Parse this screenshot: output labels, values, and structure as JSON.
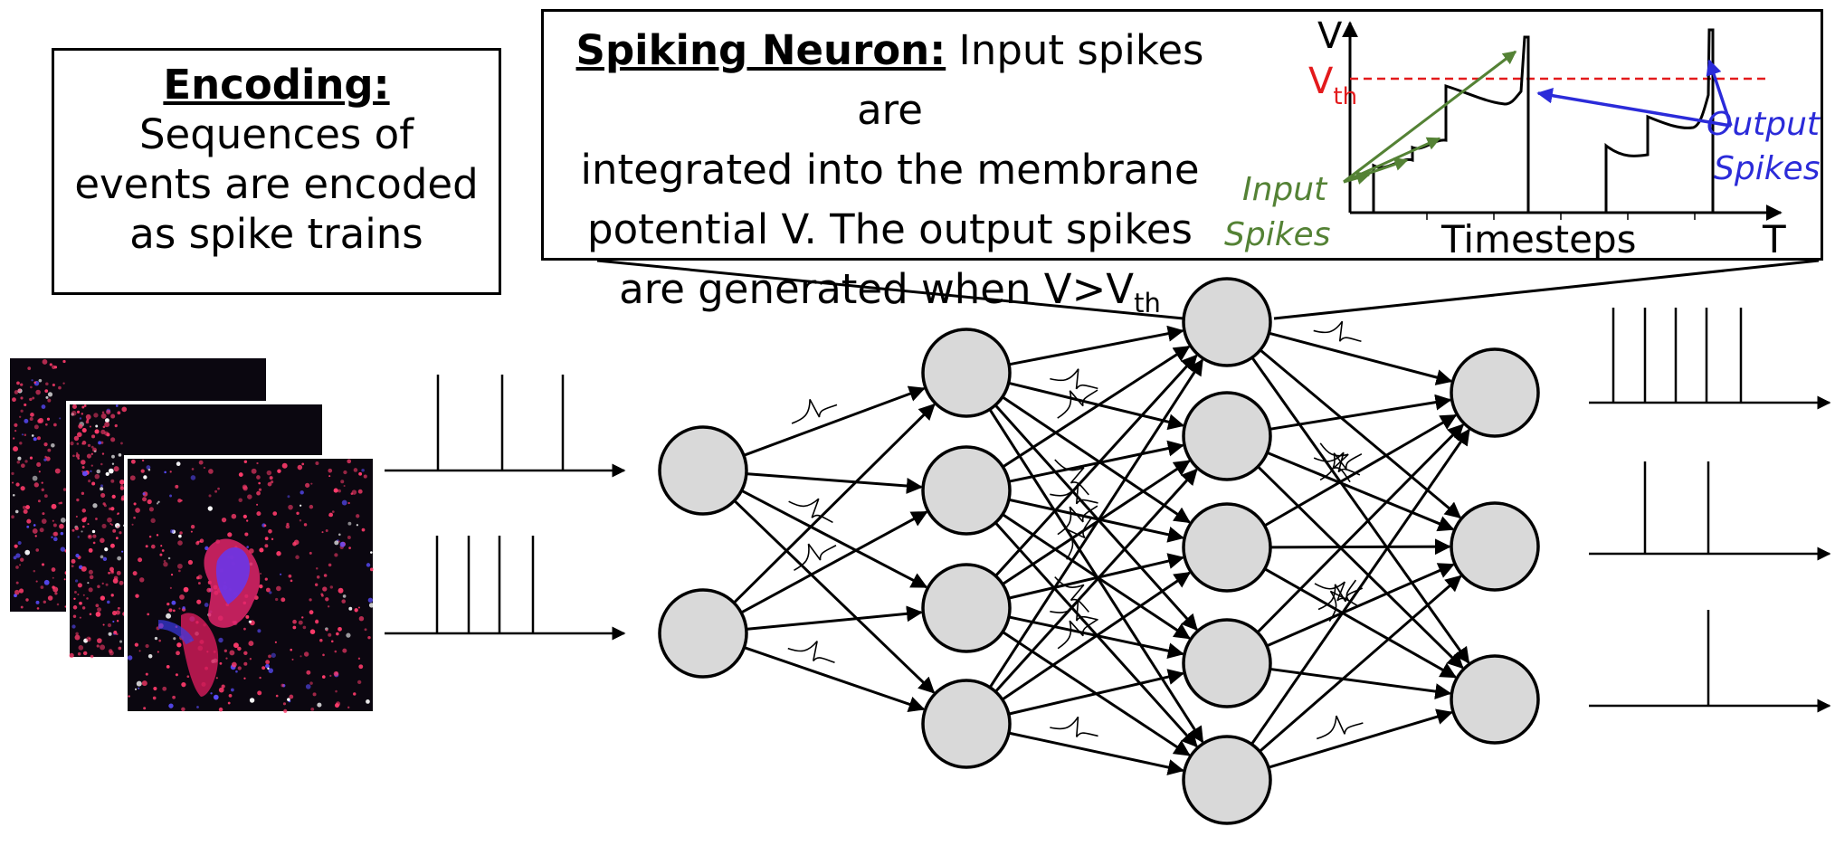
{
  "encoding": {
    "title": "Encoding:",
    "line1": "Sequences of",
    "line2": "events are encoded",
    "line3": "as spike trains"
  },
  "neuron": {
    "title": "Spiking Neuron:",
    "line1_rest": " Input spikes are",
    "line2": "integrated into the membrane",
    "line3": "potential V. The output spikes",
    "line4_pre": "are generated when V>V",
    "line4_sub": "th"
  },
  "plot": {
    "y_axis": "V",
    "threshold_main": "V",
    "threshold_sub": "th",
    "x_axis": "Timesteps",
    "x_axis_end": "T",
    "input_label_1": "Input",
    "input_label_2": "Spikes",
    "output_label_1": "Output",
    "output_label_2": "Spikes"
  },
  "colors": {
    "node_fill": "#d9d9d9",
    "threshold": "#e31a1c",
    "input": "#548235",
    "output": "#2b2bd9"
  },
  "network": {
    "layer_sizes": [
      2,
      4,
      5,
      3
    ]
  }
}
